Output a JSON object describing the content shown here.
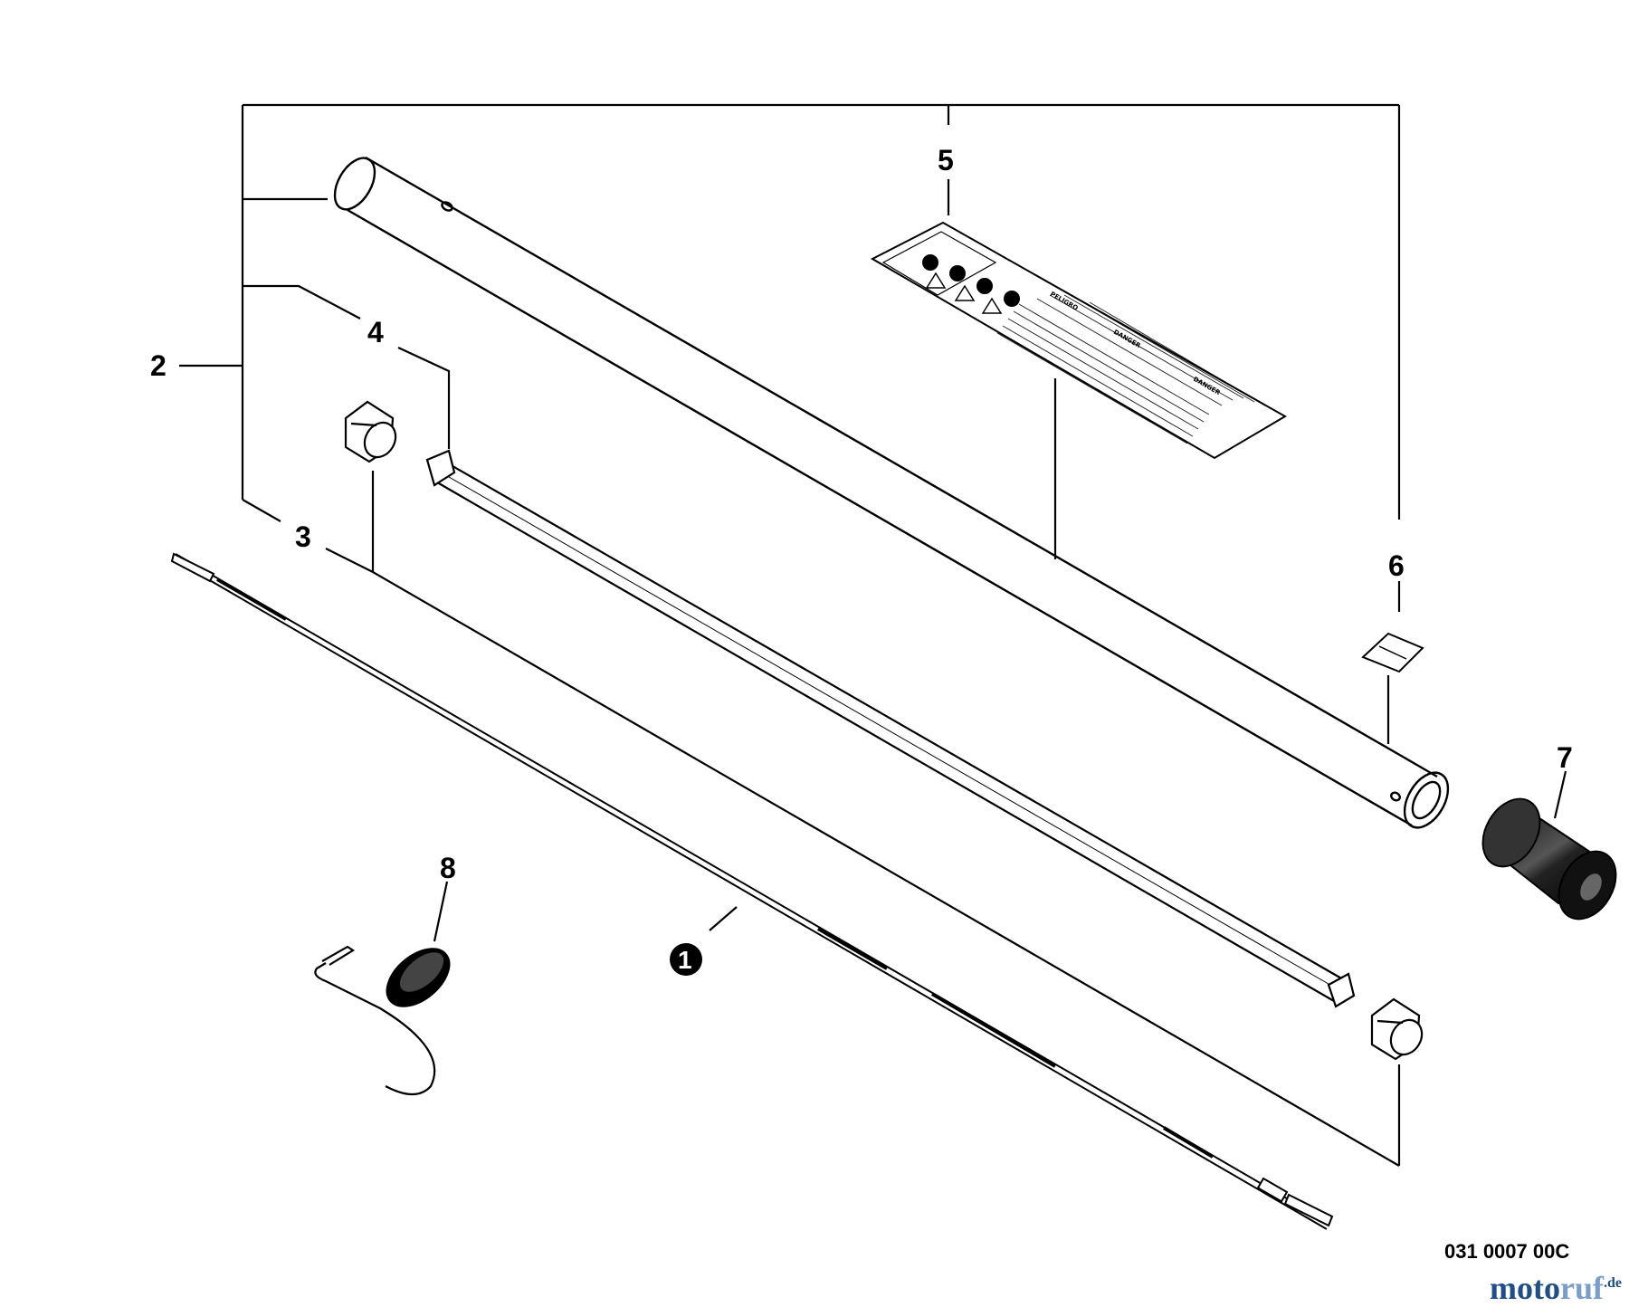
{
  "callouts": {
    "c1": "1",
    "c2": "2",
    "c3": "3",
    "c4": "4",
    "c5": "5",
    "c6": "6",
    "c7": "7",
    "c8": "8"
  },
  "drawing_code": "031 0007 00C",
  "watermark": {
    "part1": "moto",
    "part2": "ruf",
    "suffix": ".de"
  },
  "decal": {
    "heading_1": "DANGER",
    "heading_2": "DANGER",
    "heading_3": "PELIGRO"
  },
  "colors": {
    "line": "#000000",
    "watermark_dark": "#1f4f86",
    "watermark_light": "#7a9ec9"
  }
}
